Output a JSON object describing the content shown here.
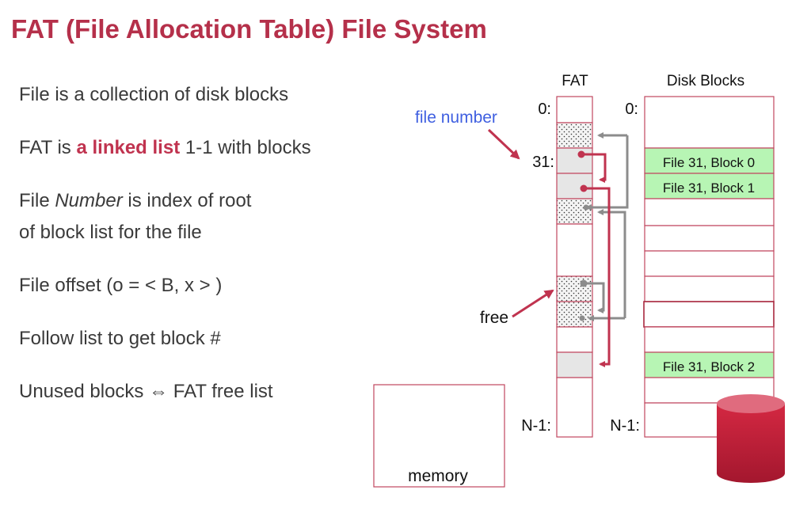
{
  "slide": {
    "title": "FAT (File Allocation Table) File System",
    "bullets": [
      {
        "parts": [
          {
            "text": "File is a collection of disk blocks",
            "style": "normal"
          }
        ]
      },
      {
        "parts": [
          {
            "text": "FAT is ",
            "style": "normal"
          },
          {
            "text": "a linked list",
            "style": "highlight"
          },
          {
            "text": " 1-1 with blocks",
            "style": "normal"
          }
        ]
      },
      {
        "parts": [
          {
            "text": "File ",
            "style": "normal"
          },
          {
            "text": "Number",
            "style": "italic"
          },
          {
            "text": " is index of root",
            "style": "normal"
          }
        ]
      },
      {
        "parts": [
          {
            "text": "of block list for the file",
            "style": "normal"
          }
        ]
      },
      {
        "parts": [
          {
            "text": "File offset (o = < B, x > )",
            "style": "normal"
          }
        ]
      },
      {
        "parts": [
          {
            "text": "Follow list to get block #",
            "style": "normal"
          }
        ]
      },
      {
        "parts": [
          {
            "text": "Unused blocks ⇔ FAT free list",
            "style": "normal"
          }
        ]
      }
    ]
  },
  "diagram": {
    "fat_header": "FAT",
    "disk_header": "Disk Blocks",
    "fat_labels": {
      "first": "0:",
      "file": "31:",
      "last": "N-1:"
    },
    "disk_labels": {
      "first": "0:",
      "last": "N-1:"
    },
    "annotations": {
      "file_number": "file number",
      "free": "free"
    },
    "memory_label": "memory",
    "fat_entries": [
      {
        "index": "0",
        "state": "empty"
      },
      {
        "index": "1",
        "state": "free"
      },
      {
        "index": "31",
        "state": "used"
      },
      {
        "index": "32",
        "state": "used"
      },
      {
        "index": "33",
        "state": "free"
      },
      {
        "index": "34",
        "state": "empty"
      },
      {
        "index": "35",
        "state": "free"
      },
      {
        "index": "36",
        "state": "free"
      },
      {
        "index": "37",
        "state": "empty"
      },
      {
        "index": "38",
        "state": "used"
      },
      {
        "index": "N-1",
        "state": "empty"
      }
    ],
    "disk_blocks": [
      {
        "label": "",
        "state": "empty"
      },
      {
        "label": "File 31, Block 0",
        "state": "file"
      },
      {
        "label": "File 31, Block 1",
        "state": "file"
      },
      {
        "label": "",
        "state": "empty"
      },
      {
        "label": "",
        "state": "empty"
      },
      {
        "label": "",
        "state": "empty"
      },
      {
        "label": "",
        "state": "empty"
      },
      {
        "label": "",
        "state": "empty"
      },
      {
        "label": "",
        "state": "empty"
      },
      {
        "label": "File 31, Block 2",
        "state": "file"
      },
      {
        "label": "",
        "state": "empty"
      },
      {
        "label": "",
        "state": "empty"
      }
    ],
    "colors": {
      "title": "#b5304a",
      "border": "#c0475f",
      "file_link": "#c0334f",
      "free_link": "#8c8c8c",
      "used_fill": "#e6e6e6",
      "file_block_fill": "#b7f5b4",
      "annotation_blue": "#3f5fe0",
      "disk_icon": "#c41e3a"
    }
  }
}
